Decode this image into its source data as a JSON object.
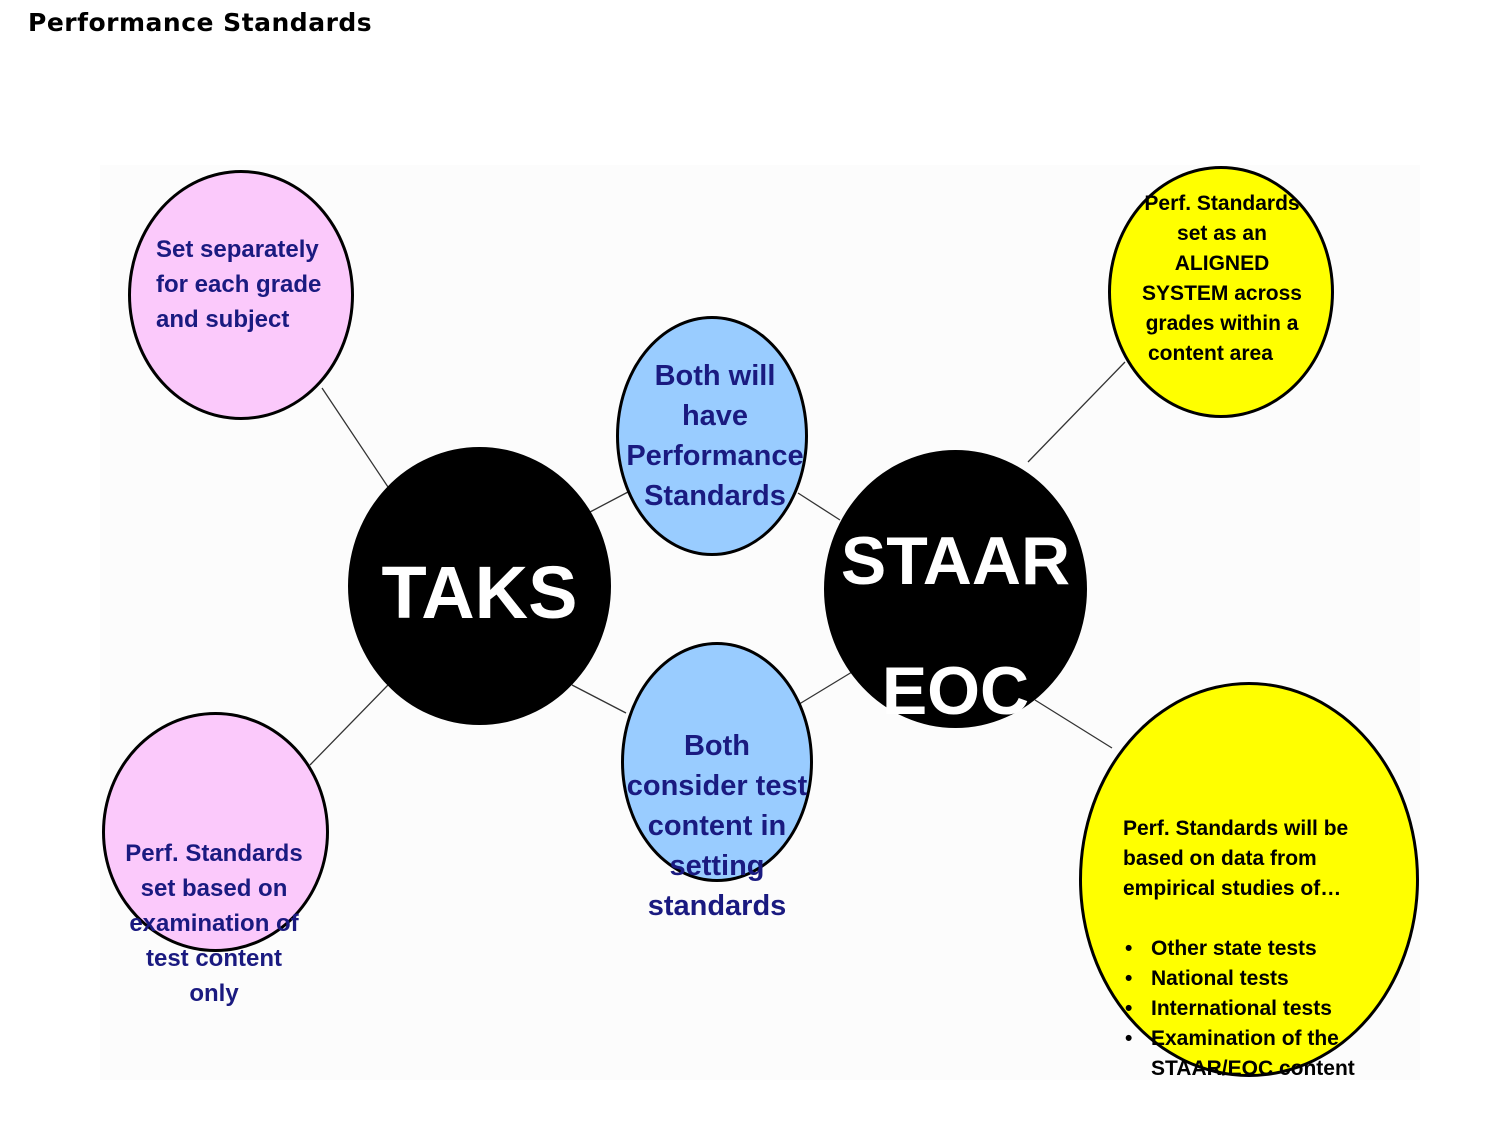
{
  "title": "Performance Standards",
  "hubs": {
    "taks": "TAKS",
    "staar_line1": "STAAR",
    "staar_line2": "EOC"
  },
  "bubbles": {
    "taks_top_left": [
      "Set separately",
      "for each grade",
      "and subject"
    ],
    "taks_bottom_left": [
      "Perf. Standards",
      "set based on",
      "examination of",
      "test content",
      "only"
    ],
    "shared_top": [
      "Both will",
      "have",
      "Performance",
      "Standards"
    ],
    "shared_bottom": [
      "Both",
      "consider test",
      "content in",
      "setting",
      "standards"
    ],
    "staar_top_right": [
      "Perf. Standards",
      "set as an",
      "ALIGNED",
      "SYSTEM across",
      "grades within  a",
      "content area"
    ],
    "staar_bottom_right": {
      "intro": [
        "Perf. Standards will be",
        "based on data from",
        "empirical studies of…"
      ],
      "items": [
        "Other state tests",
        "National tests",
        "International tests",
        "Examination of the STAAR/EOC content"
      ]
    }
  },
  "colors": {
    "pink": "#fbc9fb",
    "blue": "#99ccff",
    "yellow": "#ffff00",
    "hub": "#000000",
    "text": "#1a1a80"
  }
}
